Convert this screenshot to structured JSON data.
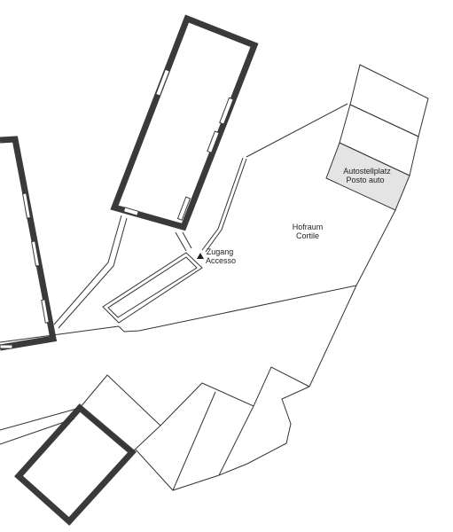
{
  "plan": {
    "labels": {
      "parking": {
        "line1": "Autostellplatz",
        "line2": "Posto auto"
      },
      "courtyard": {
        "line1": "Hofraum",
        "line2": "Cortile"
      },
      "access": {
        "line1": "Zugang",
        "line2": "Accesso"
      }
    },
    "colors": {
      "wall": "#3a3a3a",
      "line": "#333333",
      "parking_fill": "#e4e4e4",
      "background": "#ffffff"
    },
    "icons": {
      "access_marker": "triangle-up-icon"
    }
  }
}
